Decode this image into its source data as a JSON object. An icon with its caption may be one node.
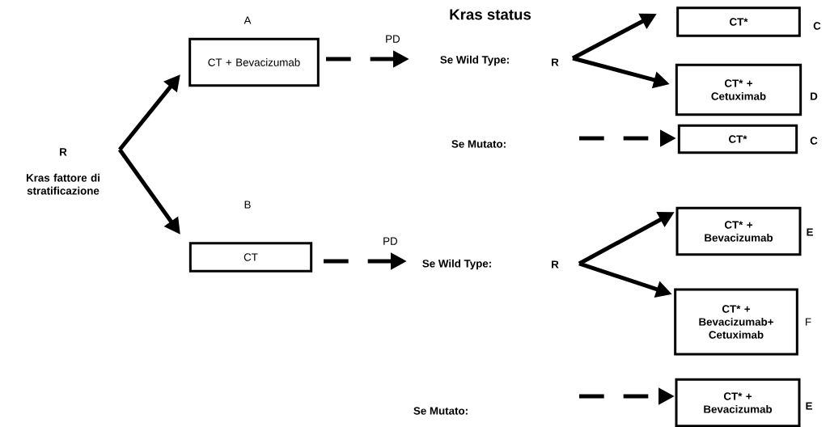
{
  "diagram": {
    "title": "Kras status",
    "nodes": [
      {
        "text": [
          "R",
          "Kras fattore di stratificazione"
        ]
      },
      {
        "text": [
          "CT + Bevacizumab"
        ],
        "beside": [
          "A"
        ]
      },
      {
        "text": [
          "CT"
        ],
        "beside": [
          "B"
        ]
      },
      {
        "text": [
          "Se Wild Type:"
        ]
      },
      {
        "text": [
          "R"
        ]
      },
      {
        "text": [
          "CT*"
        ],
        "beside": [
          "C"
        ]
      },
      {
        "text": [
          "CT* + Cetuximab"
        ],
        "beside": [
          "D"
        ]
      },
      {
        "text": [
          "Se Mutato:"
        ]
      },
      {
        "text": [
          "CT*"
        ],
        "beside": [
          "C"
        ]
      },
      {
        "text": [
          "Se Wild Type:"
        ]
      },
      {
        "text": [
          "R"
        ]
      },
      {
        "text": [
          "CT* + Bevacizumab"
        ],
        "beside": [
          "E"
        ]
      },
      {
        "text": [
          "CT* + Bevacizumab+ Cetuximab"
        ],
        "beside": [
          "F"
        ]
      },
      {
        "text": [
          "Se Mutato:"
        ]
      },
      {
        "text": [
          "CT* + Bevacizumab"
        ],
        "beside": [
          "E"
        ]
      }
    ],
    "edges": [
      {
        "from": 0,
        "to": 1,
        "arrow": "to"
      },
      {
        "from": 0,
        "to": 2,
        "arrow": "to"
      },
      {
        "from": 1,
        "to": 3,
        "arrow": "to",
        "style": "dashed",
        "label": "PD"
      },
      {
        "from": 4,
        "to": 5,
        "arrow": "to"
      },
      {
        "from": 4,
        "to": 6,
        "arrow": "to"
      },
      {
        "from": null,
        "to": 8,
        "arrow": "to",
        "style": "dashed"
      },
      {
        "from": 2,
        "to": 9,
        "arrow": "to",
        "style": "dashed",
        "label": "PD"
      },
      {
        "from": 10,
        "to": 11,
        "arrow": "to"
      },
      {
        "from": 10,
        "to": 12,
        "arrow": "to"
      },
      {
        "from": null,
        "to": 14,
        "arrow": "to",
        "style": "dashed"
      }
    ]
  }
}
